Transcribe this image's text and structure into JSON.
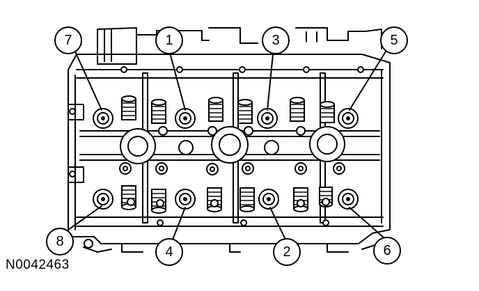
{
  "figure_id": "N0042463",
  "callouts": [
    {
      "label": "1",
      "target": "bolt-1"
    },
    {
      "label": "2",
      "target": "bolt-2"
    },
    {
      "label": "3",
      "target": "bolt-3"
    },
    {
      "label": "4",
      "target": "bolt-4"
    },
    {
      "label": "5",
      "target": "bolt-5"
    },
    {
      "label": "6",
      "target": "bolt-6"
    },
    {
      "label": "7",
      "target": "bolt-7"
    },
    {
      "label": "8",
      "target": "bolt-8"
    }
  ]
}
